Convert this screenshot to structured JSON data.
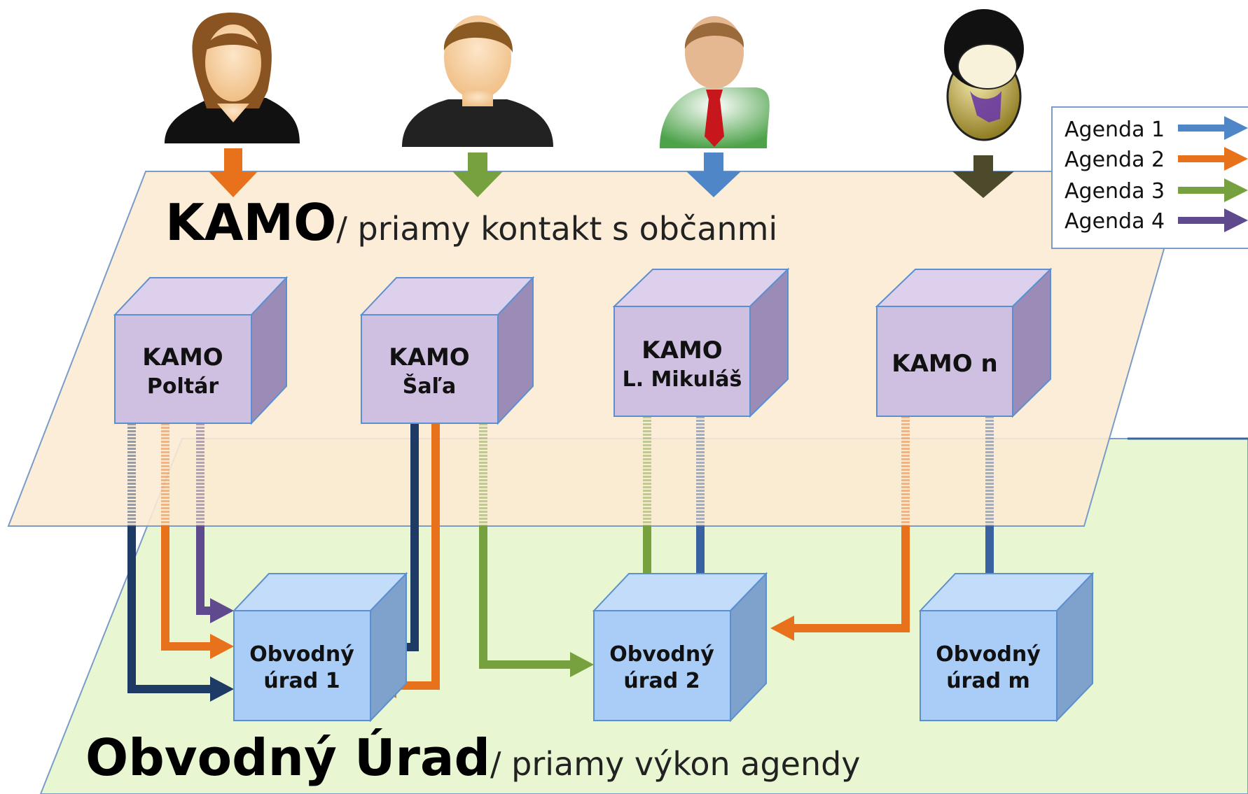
{
  "top_layer": {
    "title": "KAMO",
    "subtitle": "/ priamy kontakt s občanmi"
  },
  "bottom_layer": {
    "title": "Obvodný Úrad",
    "subtitle": "/ priamy výkon agendy"
  },
  "kamo_boxes": [
    {
      "line1": "KAMO",
      "line2": "Poltár"
    },
    {
      "line1": "KAMO",
      "line2": "Šaľa"
    },
    {
      "line1": "KAMO",
      "line2": "L. Mikuláš"
    },
    {
      "line1": "KAMO n",
      "line2": ""
    }
  ],
  "office_boxes": [
    {
      "line1": "Obvodný",
      "line2": "úrad 1"
    },
    {
      "line1": "Obvodný",
      "line2": "úrad 2"
    },
    {
      "line1": "Obvodný",
      "line2": "úrad m"
    }
  ],
  "legend": [
    {
      "label": "Agenda 1",
      "color": "#4e86c8"
    },
    {
      "label": "Agenda 2",
      "color": "#e8711c"
    },
    {
      "label": "Agenda 3",
      "color": "#77a13e"
    },
    {
      "label": "Agenda 4",
      "color": "#5e4a8c"
    }
  ],
  "people": [
    {
      "icon": "woman-icon",
      "arrow_color": "#e8711c"
    },
    {
      "icon": "man-icon",
      "arrow_color": "#77a13e"
    },
    {
      "icon": "businessman-icon",
      "arrow_color": "#4e86c8"
    },
    {
      "icon": "person-icon",
      "arrow_color": "#4d4a2b"
    }
  ],
  "colors": {
    "top_plane": "#fcebd3",
    "bottom_plane": "#e8f6d2",
    "kamo_box_front": "#cfc0e2",
    "kamo_box_side": "#9a8cb7",
    "office_box_front": "#aacdf7",
    "office_box_side": "#7ea2cc",
    "connector_dark_navy": "#1e3b66",
    "connector_dark_blue": "#3a62a0"
  }
}
